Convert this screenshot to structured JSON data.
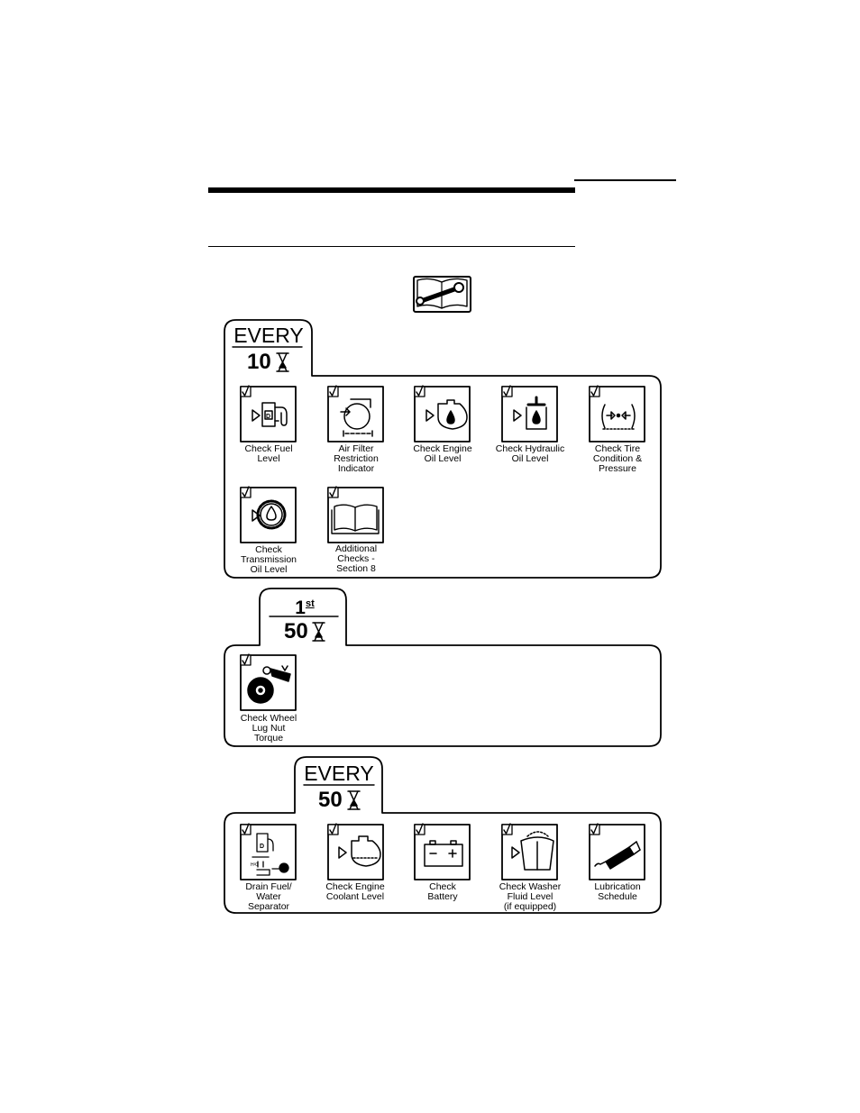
{
  "sections": [
    {
      "header_top": "EVERY",
      "header_num": "10",
      "items": [
        {
          "label": "Check Fuel\nLevel",
          "icon": "fuel-pump-icon"
        },
        {
          "label": "Air Filter\nRestriction\nIndicator",
          "icon": "air-filter-icon"
        },
        {
          "label": "Check Engine\nOil Level",
          "icon": "engine-oil-icon"
        },
        {
          "label": "Check Hydraulic\nOil Level",
          "icon": "hydraulic-oil-icon"
        },
        {
          "label": "Check Tire\nCondition &\nPressure",
          "icon": "tire-pressure-icon"
        },
        {
          "label": "Check\nTransmission\nOil Level",
          "icon": "transmission-oil-icon"
        },
        {
          "label": "Additional\nChecks -\nSection 8",
          "icon": "manual-book-icon"
        }
      ]
    },
    {
      "header_top": "1",
      "header_sup": "st",
      "header_num": "50",
      "items": [
        {
          "label": "Check Wheel\nLug Nut\nTorque",
          "icon": "wheel-lug-nut-icon"
        }
      ]
    },
    {
      "header_top": "EVERY",
      "header_num": "50",
      "items": [
        {
          "label": "Drain Fuel/\nWater\nSeparator",
          "icon": "fuel-water-separator-icon"
        },
        {
          "label": "Check Engine\nCoolant Level",
          "icon": "engine-coolant-icon"
        },
        {
          "label": "Check\nBattery",
          "icon": "battery-icon"
        },
        {
          "label": "Check Washer\nFluid Level\n(if equipped)",
          "icon": "washer-fluid-icon"
        },
        {
          "label": "Lubrication\nSchedule",
          "icon": "grease-gun-icon"
        }
      ]
    }
  ]
}
